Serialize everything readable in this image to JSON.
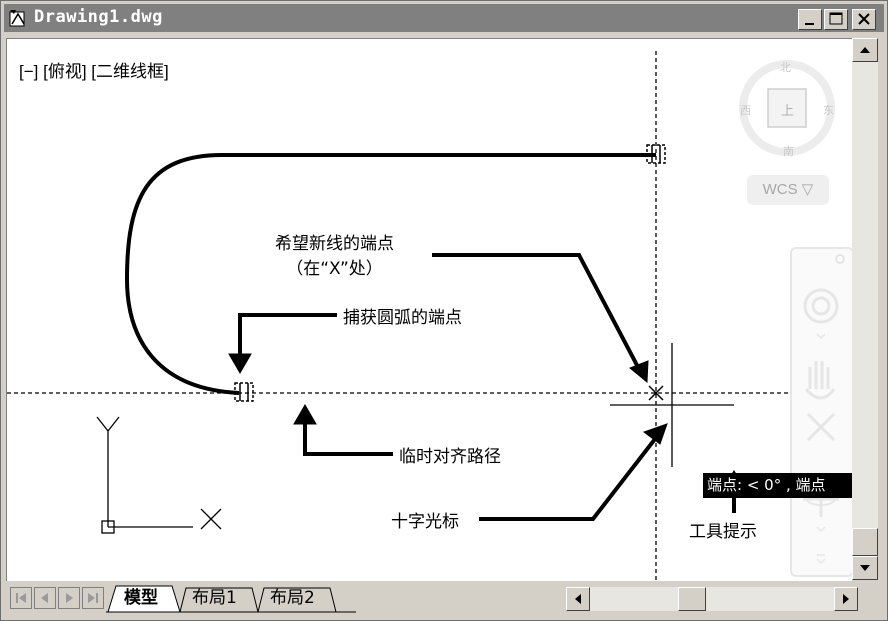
{
  "window": {
    "title": "Drawing1.dwg"
  },
  "viewport": {
    "view_label": "[−] [俯视] [二维线框]"
  },
  "viewcube": {
    "north": "北",
    "south": "南",
    "east": "东",
    "west": "西",
    "top_face": "上",
    "wcs_label": "WCS ▽"
  },
  "callouts": {
    "desired_endpoint_line1": "希望新线的端点",
    "desired_endpoint_line2": "（在“X”处）",
    "snap_arc_endpoint": "捕获圆弧的端点",
    "temp_alignment_path": "临时对齐路径",
    "crosshair_cursor": "十字光标",
    "tooltip_label": "工具提示"
  },
  "tooltip": {
    "text": "端点: < 0° ,  端点"
  },
  "ucs": {
    "x_label": "X",
    "y_label": "Y"
  },
  "tabs": [
    {
      "label": "模型",
      "active": true
    },
    {
      "label": "布局1",
      "active": false
    },
    {
      "label": "布局2",
      "active": false
    }
  ],
  "colors": {
    "titlebar": "#808080",
    "chrome": "#d4d0c8",
    "drawing_bg": "#ffffff",
    "tooltip_bg": "#000000"
  }
}
